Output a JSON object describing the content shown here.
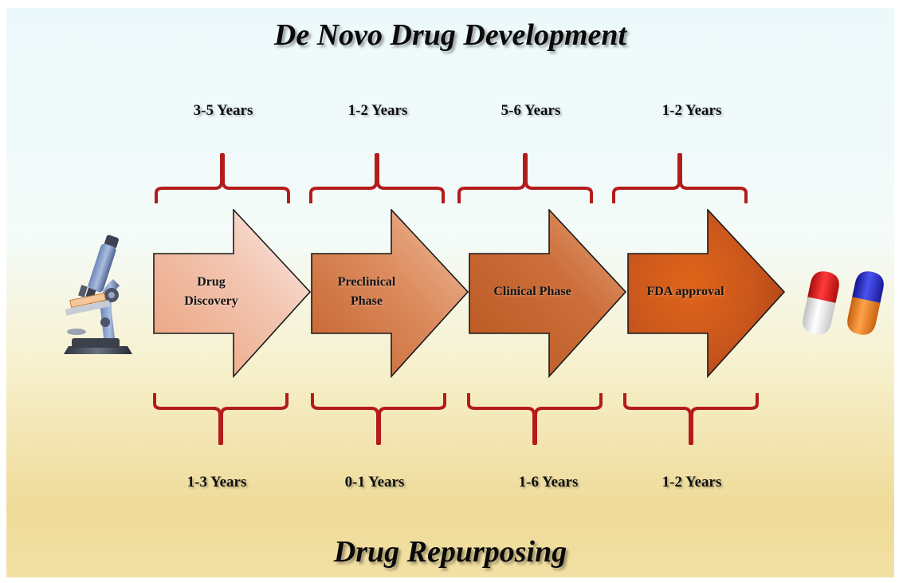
{
  "top_title": "De Novo Drug Development",
  "bottom_title": "Drug Repurposing",
  "stages": [
    {
      "label": "Drug Discovery",
      "line1": "Drug",
      "line2": "Discovery",
      "de_novo": "3-5 Years",
      "repurposing": "1-3 Years"
    },
    {
      "label": "Preclinical Phase",
      "line1": "Preclinical",
      "line2": "Phase",
      "de_novo": "1-2 Years",
      "repurposing": "0-1 Years"
    },
    {
      "label": "Clinical Phase",
      "line1": "Clinical Phase",
      "line2": "",
      "de_novo": "5-6 Years",
      "repurposing": "1-6 Years"
    },
    {
      "label": "FDA approval",
      "line1": "FDA approval",
      "line2": "",
      "de_novo": "1-2 Years",
      "repurposing": "1-2 Years"
    }
  ],
  "icons": {
    "start": "microscope-icon",
    "end": "capsule-pills-icon"
  },
  "colors": {
    "brace": "#b41c1c",
    "arrow_light": "#f7dcd0",
    "arrow_dark": "#c0561e",
    "capsule_red": "#e01a1a",
    "capsule_blue": "#2a2ec8",
    "capsule_orange": "#f08a2a"
  }
}
